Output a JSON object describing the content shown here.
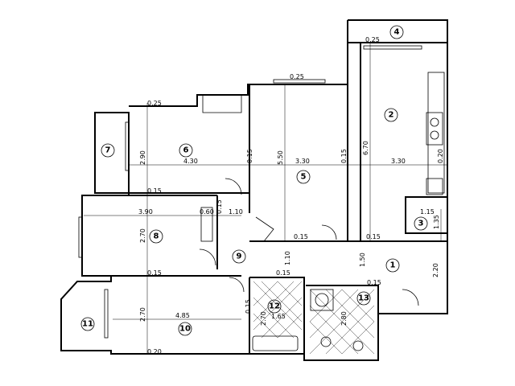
{
  "rooms": [
    "1",
    "2",
    "3",
    "4",
    "5",
    "6",
    "7",
    "8",
    "9",
    "10",
    "11",
    "12",
    "13"
  ],
  "dimensions": {
    "r4_wall": "0.25",
    "r5_top": "0.25",
    "r6_top": "0.25",
    "r6_height": "2.90",
    "r6_width": "4.30",
    "wall_6_5": "0.15",
    "r5_height": "5.50",
    "r5_width": "3.30",
    "wall_5_2": "0.15",
    "r2_height": "6.70",
    "r2_width": "3.30",
    "r2_right": "0.20",
    "wall_6_8": "0.15",
    "r8_width": "3.90",
    "r8_niche": "0.60",
    "wall_niche": "0.15",
    "niche_width": "1.10",
    "r3_width": "1.15",
    "r3_height": "1.35",
    "r8_height": "2.70",
    "wall_5_corr": "0.15",
    "wall_2_1": "0.15",
    "corr_width": "1.10",
    "r1_height": "1.50",
    "r1_right": "2.20",
    "wall_8_10": "0.15",
    "wall_9_12": "0.15",
    "wall_1_13": "0.15",
    "r10_height": "2.70",
    "r10_width": "4.85",
    "wall_10_12": "0.15",
    "r12_height": "2.70",
    "r12_width": "1.65",
    "r13_height": "2.80",
    "r10_bottom": "0.20"
  }
}
